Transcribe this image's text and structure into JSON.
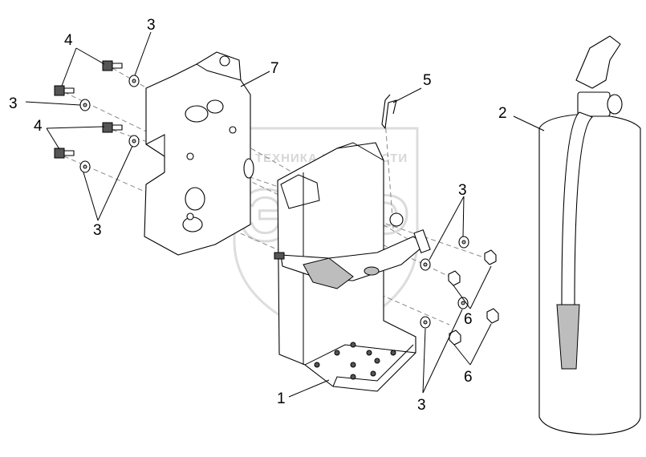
{
  "callouts": {
    "c1": "1",
    "c2": "2",
    "c3_top": "3",
    "c3_left": "3",
    "c3_bottom_left": "3",
    "c3_right": "3",
    "c3_bottom": "3",
    "c4_top": "4",
    "c4_mid": "4",
    "c5": "5",
    "c6_upper": "6",
    "c6_lower": "6",
    "c7": "7"
  },
  "watermark": {
    "text": "ТЕХНИКА И ЗАПЧАСТИ",
    "logo_text": "ЭПФ"
  },
  "colors": {
    "line": "#000000",
    "shade": "#bdbdbd",
    "watermark": "#d2d2d2"
  }
}
